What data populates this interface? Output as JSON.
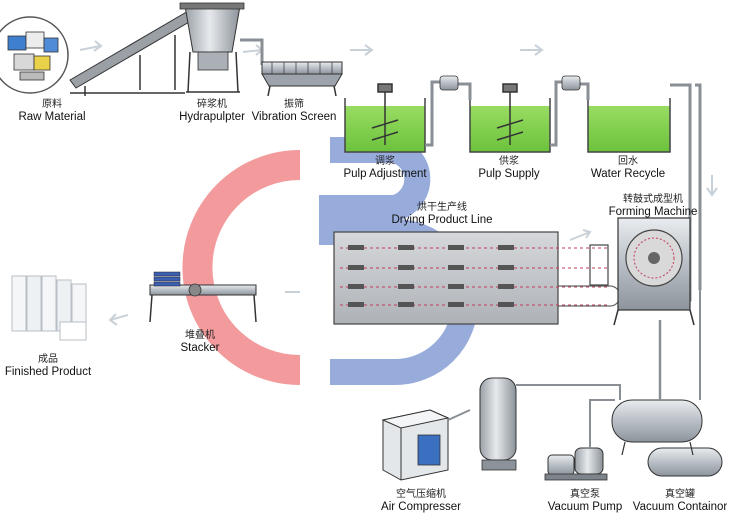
{
  "labels": {
    "raw_material": {
      "cn": "原料",
      "en": "Raw Material"
    },
    "hydrapulpter": {
      "cn": "碎浆机",
      "en": "Hydrapulpter"
    },
    "vibration_screen": {
      "cn": "振筛",
      "en": "Vibration Screen"
    },
    "pulp_adjustment": {
      "cn": "调浆",
      "en": "Pulp Adjustment"
    },
    "pulp_supply": {
      "cn": "供浆",
      "en": "Pulp Supply"
    },
    "water_recycle": {
      "cn": "回水",
      "en": "Water Recycle"
    },
    "drying_line": {
      "cn": "烘干生产线",
      "en": "Drying Product Line"
    },
    "forming_machine": {
      "cn": "转鼓式成型机",
      "en": "Forming Machine"
    },
    "stacker": {
      "cn": "堆叠机",
      "en": "Stacker"
    },
    "finished_product": {
      "cn": "成品",
      "en": "Finished Product"
    },
    "air_compressor": {
      "cn": "空气压缩机",
      "en": "Air Compresser"
    },
    "vacuum_pump": {
      "cn": "真空泵",
      "en": "Vacuum Pump"
    },
    "vacuum_container": {
      "cn": "真空罐",
      "en": "Vacuum Containor"
    }
  },
  "colors": {
    "pulp_green": "#7ccf4a",
    "pipe_gray": "#8a8f95",
    "logo_red": "#e03a3e",
    "logo_blue": "#3d63b8",
    "dryer_dash": "#c23b5a"
  }
}
